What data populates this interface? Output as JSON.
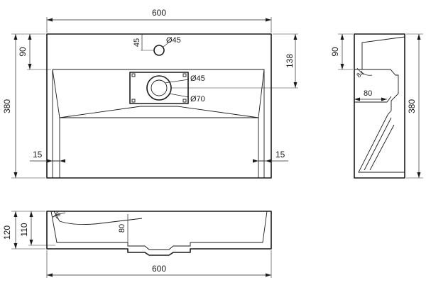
{
  "dimensions": {
    "top_width": "600",
    "top_height": "380",
    "tap_offset": "90",
    "tap_hole_side": "45",
    "tap_hole_dia": "Ø45",
    "drain_depth": "138",
    "drain_dia_inner": "Ø45",
    "drain_dia_outer": "Ø70",
    "rim_left": "15",
    "rim_right": "15",
    "side_top": "90",
    "side_height": "380",
    "side_angle": "84",
    "side_depth": "80",
    "front_total_height": "120",
    "front_inner_height": "110",
    "front_bowl_depth": "80",
    "front_angle": "78",
    "front_width": "600"
  }
}
